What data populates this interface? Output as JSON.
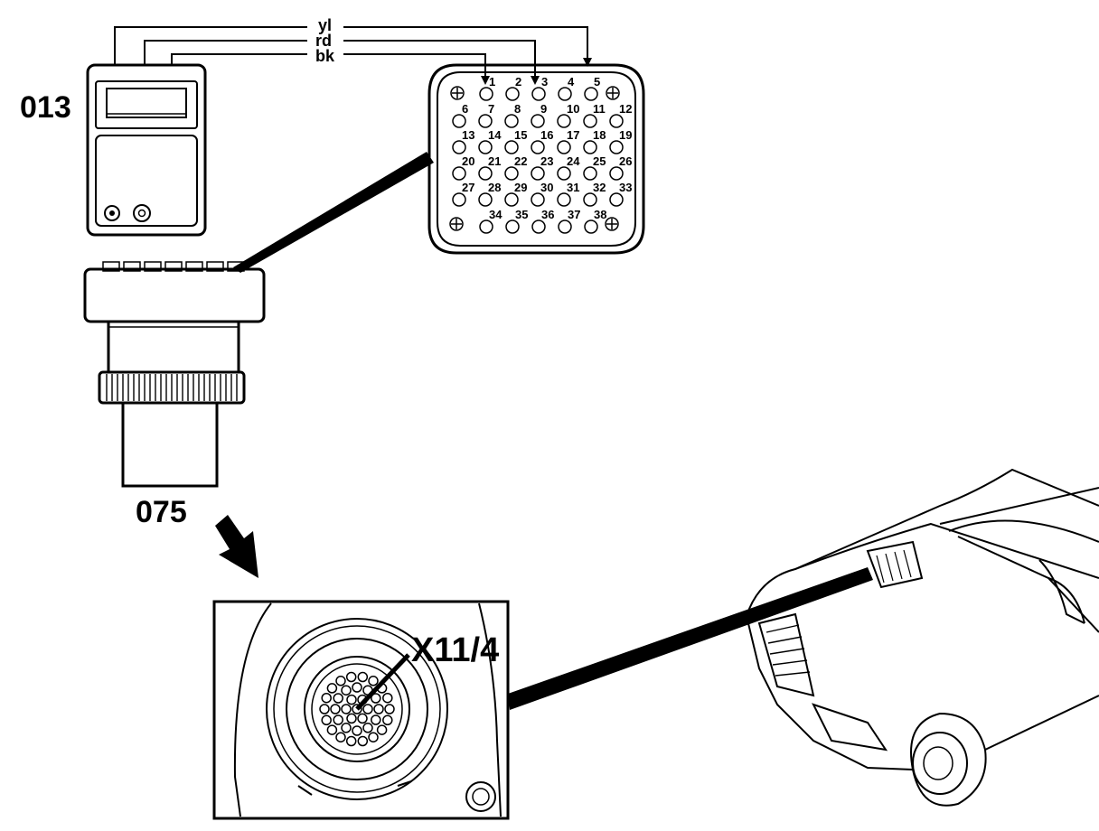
{
  "labels": {
    "tester": "013",
    "adapter": "075",
    "socket": "X11/4"
  },
  "wires": [
    {
      "label": "yl",
      "pin": "5"
    },
    {
      "label": "rd",
      "pin": "3"
    },
    {
      "label": "bk",
      "pin": "1"
    }
  ],
  "socket_pins": [
    "1",
    "2",
    "3",
    "4",
    "5",
    "6",
    "7",
    "8",
    "9",
    "10",
    "11",
    "12",
    "13",
    "14",
    "15",
    "16",
    "17",
    "18",
    "19",
    "20",
    "21",
    "22",
    "23",
    "24",
    "25",
    "26",
    "27",
    "28",
    "29",
    "30",
    "31",
    "32",
    "33",
    "34",
    "35",
    "36",
    "37",
    "38"
  ],
  "colors": {
    "ink": "#000000",
    "paper": "#ffffff"
  }
}
